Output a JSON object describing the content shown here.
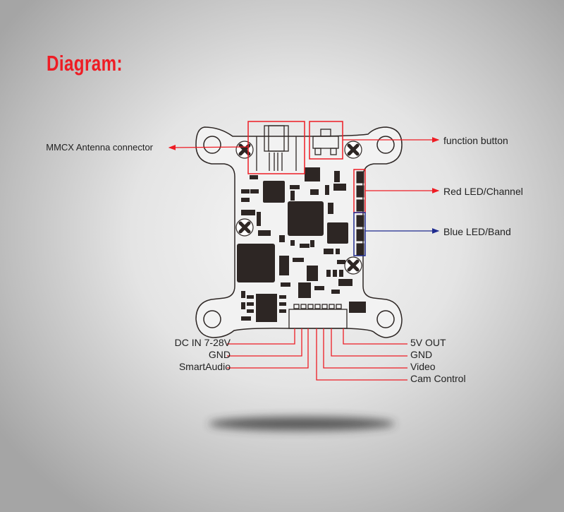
{
  "title": "Diagram:",
  "labels": {
    "antenna": "MMCX Antenna connector",
    "function_button": "function button",
    "red_led": "Red LED/Channel",
    "blue_led": "Blue LED/Band",
    "dc_in": "DC IN 7-28V",
    "gnd_left": "GND",
    "smartaudio": "SmartAudio",
    "five_v_out": "5V OUT",
    "gnd_right": "GND",
    "video": "Video",
    "cam_control": "Cam Control"
  },
  "colors": {
    "red": "#ee1c24",
    "blue": "#1f2b8f",
    "pcb_ink": "#2d2624"
  }
}
